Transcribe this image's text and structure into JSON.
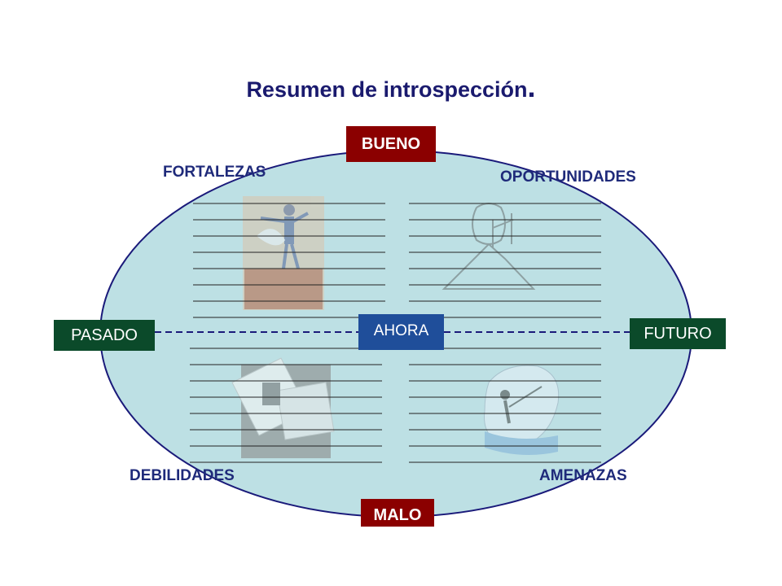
{
  "title": "Resumen de introspección",
  "title_dot": ".",
  "axis": {
    "top": "BUENO",
    "bottom": "MALO",
    "left": "PASADO",
    "right": "FUTURO",
    "center": "AHORA"
  },
  "quadrants": {
    "top_left": "FORTALEZAS",
    "top_right": "OPORTUNIDADES",
    "bottom_left": "DEBILIDADES",
    "bottom_right": "AMENAZAS"
  },
  "colors": {
    "ellipse_fill": "#bde0e4",
    "ellipse_stroke": "#1a1a7a",
    "axis_red": "#8b0000",
    "axis_green": "#0b4a2a",
    "center_blue": "#1f4e9a",
    "label_blue": "#1f2a7a"
  },
  "icons": {
    "top_left": "businessman-on-chimney-icon",
    "top_right": "climber-on-mountain-icon",
    "bottom_left": "broken-frame-icon",
    "bottom_right": "fisherman-icon"
  }
}
